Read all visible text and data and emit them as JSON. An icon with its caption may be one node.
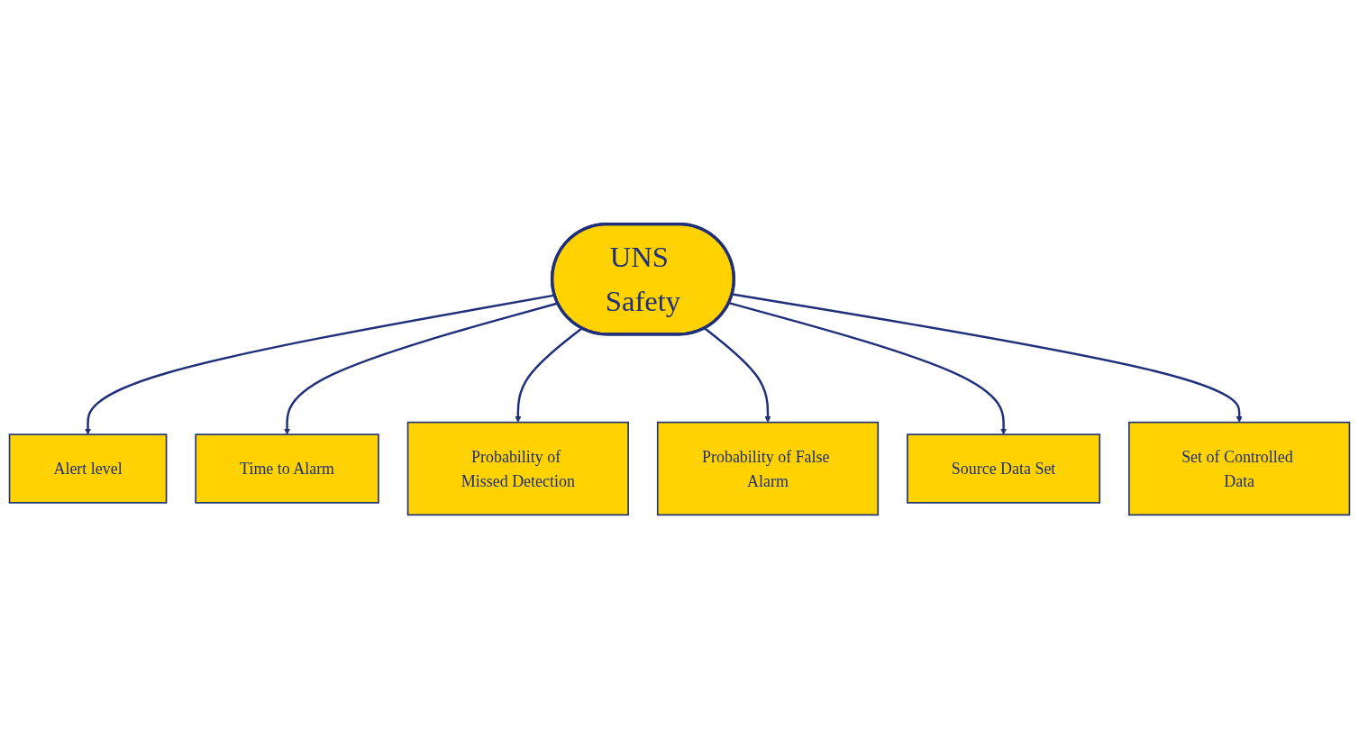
{
  "diagram": {
    "nodes": [
      {
        "text": [
          "UNS Safety"
        ]
      },
      {
        "text": [
          "Alert level"
        ]
      },
      {
        "text": [
          "Time to Alarm"
        ]
      },
      {
        "text": [
          "Probability of Missed Detection"
        ]
      },
      {
        "text": [
          "Probability of False Alarm"
        ]
      },
      {
        "text": [
          "Source Data Set"
        ]
      },
      {
        "text": [
          "Set of Controlled Data"
        ]
      }
    ],
    "edges": [
      {
        "from": 0,
        "to": 1,
        "arrow": "to"
      },
      {
        "from": 0,
        "to": 2,
        "arrow": "to"
      },
      {
        "from": 0,
        "to": 3,
        "arrow": "to"
      },
      {
        "from": 0,
        "to": 4,
        "arrow": "to"
      },
      {
        "from": 0,
        "to": 5,
        "arrow": "to"
      },
      {
        "from": 0,
        "to": 6,
        "arrow": "to"
      }
    ]
  }
}
